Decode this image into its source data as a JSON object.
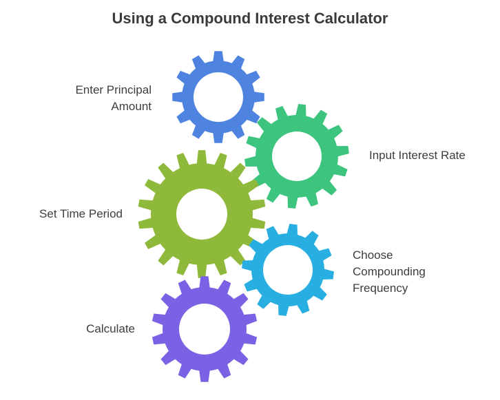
{
  "title": "Using a Compound Interest Calculator",
  "steps": [
    {
      "lines": [
        "Enter Principal",
        "Amount"
      ],
      "color": "#4e84e0",
      "icon": "gear-icon"
    },
    {
      "lines": [
        "Input Interest Rate"
      ],
      "color": "#3dc47e",
      "icon": "gear-icon"
    },
    {
      "lines": [
        "Set Time Period"
      ],
      "color": "#8fb93b",
      "icon": "gear-icon"
    },
    {
      "lines": [
        "Choose",
        "Compounding",
        "Frequency"
      ],
      "color": "#28aee0",
      "icon": "gear-icon"
    },
    {
      "lines": [
        "Calculate"
      ],
      "color": "#7b62e4",
      "icon": "gear-icon"
    }
  ]
}
